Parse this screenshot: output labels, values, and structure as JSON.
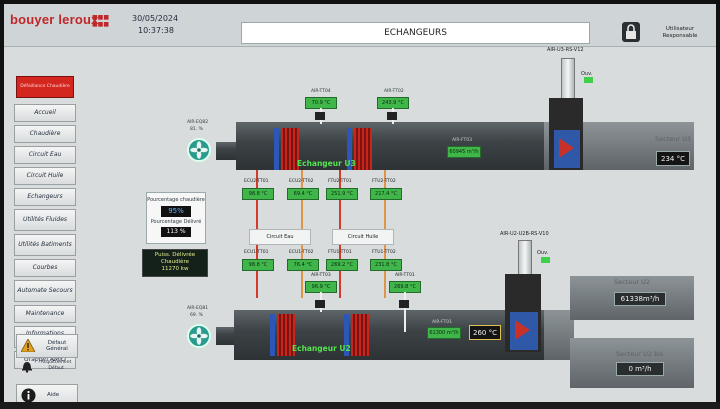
{
  "header": {
    "logo": "bouyer leroux",
    "date": "30/05/2024",
    "time": "10:37:38",
    "title": "ECHANGEURS",
    "user_label": "Utilisateur",
    "user_name": "Responsable"
  },
  "alarm_button": "Défaillance Chaudière",
  "nav": [
    {
      "label": "Accueil"
    },
    {
      "label": "Chaudière"
    },
    {
      "label": "Circuit Eau"
    },
    {
      "label": "Circuit Huile"
    },
    {
      "label": "Echangeurs"
    },
    {
      "label": "Utilités Fluides"
    },
    {
      "label": "Utilités Batiments"
    },
    {
      "label": "Courbes"
    },
    {
      "label": "Automate Secours"
    },
    {
      "label": "Maintenance"
    },
    {
      "label": "Informations Filaires"
    },
    {
      "label": "Grappin AM/O"
    }
  ],
  "side_bottom": {
    "defaut_label": "Défaut Général",
    "acquit_label": "Acquittement Défaut",
    "aide_label": "Aide"
  },
  "u3": {
    "fan_tag": "AIR-EQ82",
    "fan_value": "81. %",
    "exchanger_label": "Echangeur U3",
    "tt04_tag": "AIR-TT04",
    "tt04_value": "70.9 °C",
    "tt02_tag": "AIR-TT02",
    "tt02_value": "243.9 °C",
    "ft03_tag": "AIR-FT03",
    "ft03_value": "60945 m³/h",
    "valve_tag": "AIR-U3-RS-V12",
    "ouv": "Ouv.",
    "sector_label": "Secteur U3",
    "sector_temp": "234 °C"
  },
  "u2": {
    "fan_tag": "AIR-EQ81",
    "fan_value": "69. %",
    "exchanger_label": "Echangeur U2",
    "tt03_tag": "AIR-TT03",
    "tt03_value": "96.9 °C",
    "tt01_tag": "AIR-TT01",
    "tt01_value": "269.8 °C",
    "ft01_tag": "AIR-FT01",
    "ft01_value": "61300 m³/h",
    "temp_after": "260 °C",
    "valve_tag": "AIR-U2-U2B-RS-V10",
    "ouv": "Ouv.",
    "sector_u2_label": "Secteur U2",
    "sector_u2_flow": "61338m³/h",
    "sector_u2b_label": "Secteur U2 bis",
    "sector_u2b_flow": "0 m³/h"
  },
  "circuits": {
    "eau_top_tags": [
      "ECU2-TT01",
      "ECU2-TT02"
    ],
    "eau_top_values": [
      "98.8 °C",
      "69.4 °C"
    ],
    "huile_top_tags": [
      "FTU2-TT01",
      "FTU2-TT02"
    ],
    "huile_top_values": [
      "251.9 °C",
      "217.4 °C"
    ],
    "eau_label": "Circuit Eau",
    "huile_label": "Circuit Huile",
    "eau_bot_tags": [
      "ECU1-TT01",
      "ECU1-TT02"
    ],
    "eau_bot_values": [
      "98.8 °C",
      "76.4 °C"
    ],
    "huile_bot_tags": [
      "FTU1-TT01",
      "FTU1-TT02"
    ],
    "huile_bot_values": [
      "269.2 °C",
      "231.8 °C"
    ]
  },
  "boiler": {
    "pct_label": "Pourcentage chaudière",
    "pct_value": "95%",
    "delivered_label": "Pourcentage Délivré",
    "delivered_value": "113 %",
    "power_label": "Puiss. Délivrée Chaudière",
    "power_value": "11270 kw"
  }
}
